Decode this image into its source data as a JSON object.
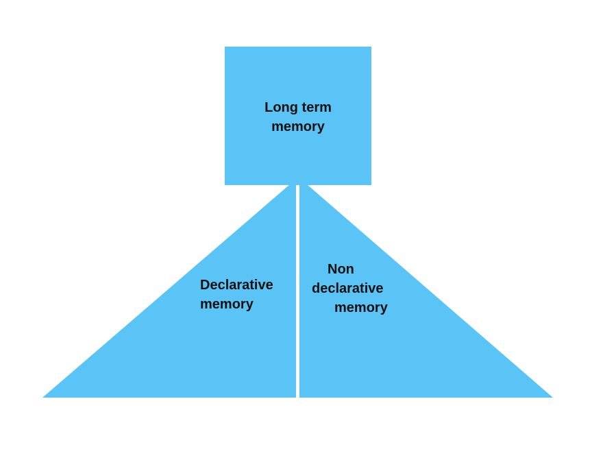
{
  "colors": {
    "fill": "#5BC4F7"
  },
  "top_box": {
    "line1": "Long term",
    "line2": "memory"
  },
  "left_triangle": {
    "line1": "Declarative",
    "line2": "memory"
  },
  "right_triangle": {
    "line1": "Non",
    "line2": "declarative",
    "line3": "memory"
  }
}
